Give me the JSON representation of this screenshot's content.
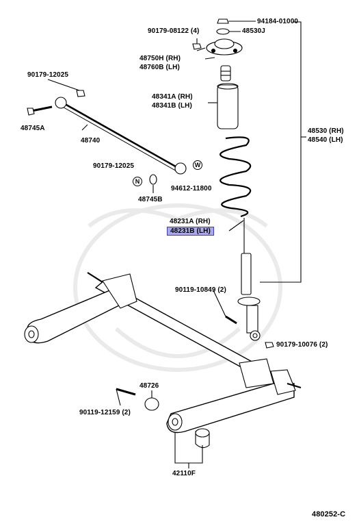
{
  "labels": {
    "p1": "90179-08122 (4)",
    "p2": "94184-01000",
    "p3": "48530J",
    "p4": "48750H (RH)",
    "p5": "48760B (LH)",
    "p6": "90179-12025",
    "p7": "48341A (RH)",
    "p8": "48341B (LH)",
    "p9": "48745A",
    "p10": "48740",
    "p11": "48530 (RH)",
    "p12": "48540 (LH)",
    "p13": "90179-12025",
    "p14": "94612-11800",
    "p15": "48745B",
    "p16": "48231A (RH)",
    "p17": "48231B (LH)",
    "p18": "90119-10849 (2)",
    "p19": "90179-10076 (2)",
    "p20": "48726",
    "p21": "90119-12159 (2)",
    "p22": "42110F",
    "diagram_id": "480252-C"
  },
  "markers": {
    "n": "N",
    "w": "W"
  },
  "highlight": {
    "selected_part": "48231B (LH)",
    "color": "#a9a9ea",
    "border_color": "#3b3bb6"
  }
}
